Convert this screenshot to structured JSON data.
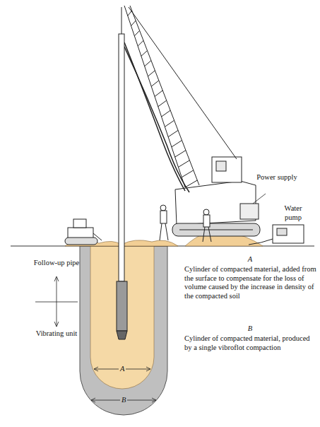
{
  "diagram": {
    "labels": [
      "Power supply",
      "Water pump",
      "Follow-up pipe",
      "Vibrating unit",
      "A",
      "Cylinder of compacted material, added from the surface to compensate for the loss of volume caused by the increase in density of the compacted soil",
      "B",
      "Cylinder of compacted material, produced by a single vibroflot compaction",
      "A",
      "B"
    ]
  }
}
